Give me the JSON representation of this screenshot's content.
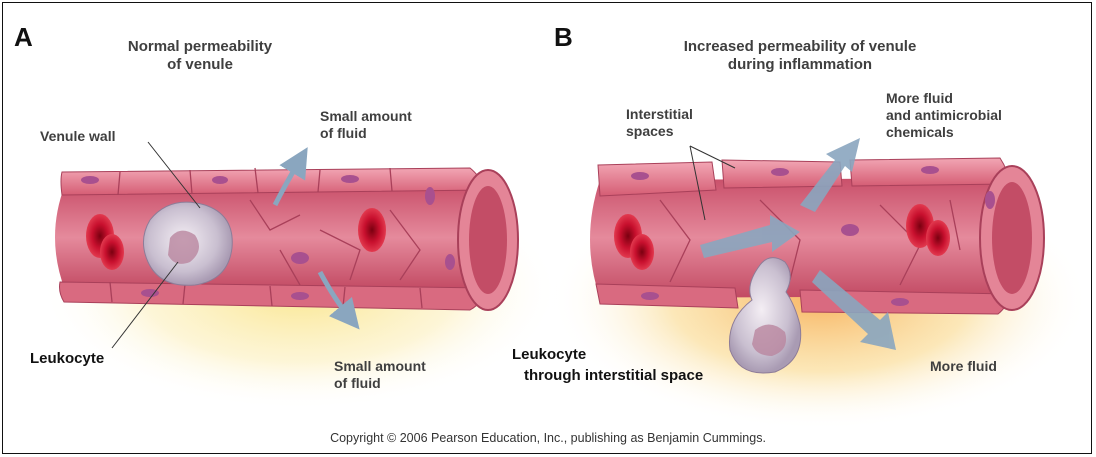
{
  "panel_a": {
    "letter": "A",
    "title_line1": "Normal permeability",
    "title_line2": "of venule",
    "labels": {
      "venule_wall": "Venule wall",
      "fluid_top_line1": "Small amount",
      "fluid_top_line2": "of fluid",
      "fluid_bottom_line1": "Small amount",
      "fluid_bottom_line2": "of fluid",
      "leukocyte": "Leukocyte"
    }
  },
  "panel_b": {
    "letter": "B",
    "title_line1": "Increased permeability of venule",
    "title_line2": "during inflammation",
    "labels": {
      "interstitial_line1": "Interstitial",
      "interstitial_line2": "spaces",
      "more_fluid_top_line1": "More fluid",
      "more_fluid_top_line2": "and antimicrobial",
      "more_fluid_top_line3": "chemicals",
      "more_fluid_bottom": "More fluid",
      "leukocyte_line1": "Leukocyte",
      "leukocyte_line2": "through interstitial space"
    }
  },
  "copyright": "Copyright © 2006 Pearson Education, Inc., publishing as Benjamin Cummings.",
  "colors": {
    "vessel": "#d9687c",
    "vessel_light": "#ee9fae",
    "vessel_dark": "#b8475d",
    "nucleus": "#a8508f",
    "rbc": "#c8102e",
    "arrow": "#8aa6bf",
    "glow": "#f7d86a"
  }
}
